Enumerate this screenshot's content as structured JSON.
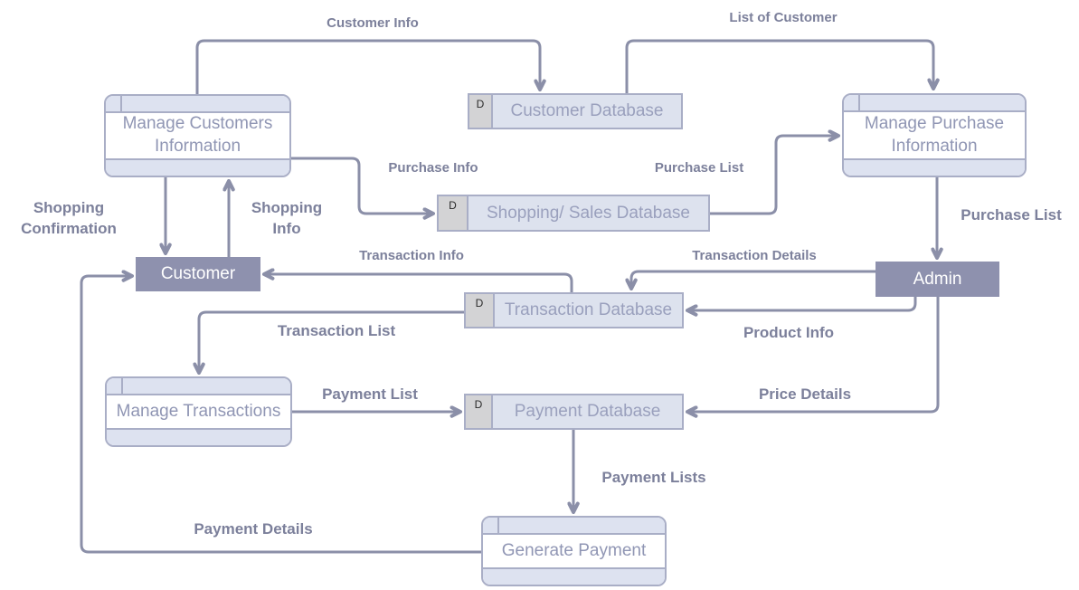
{
  "diagram_type": "data-flow-diagram",
  "processes": [
    {
      "id": "manage-customers-information",
      "label": "Manage Customers Information"
    },
    {
      "id": "manage-purchase-information",
      "label": "Manage Purchase Information"
    },
    {
      "id": "manage-transactions",
      "label": "Manage Transactions"
    },
    {
      "id": "generate-payment",
      "label": "Generate Payment"
    }
  ],
  "datastores": [
    {
      "id": "customer-database",
      "marker": "D",
      "label": "Customer Database"
    },
    {
      "id": "shopping-sales-database",
      "marker": "D",
      "label": "Shopping/ Sales Database"
    },
    {
      "id": "transaction-database",
      "marker": "D",
      "label": "Transaction Database"
    },
    {
      "id": "payment-database",
      "marker": "D",
      "label": "Payment Database"
    }
  ],
  "entities": [
    {
      "id": "customer",
      "label": "Customer"
    },
    {
      "id": "admin",
      "label": "Admin"
    }
  ],
  "flows": [
    {
      "id": "customer-info",
      "label": "Customer Info"
    },
    {
      "id": "list-of-customer",
      "label": "List of Customer"
    },
    {
      "id": "purchase-info",
      "label": "Purchase Info"
    },
    {
      "id": "purchase-list-mid",
      "label": "Purchase List"
    },
    {
      "id": "shopping-confirmation",
      "label": "Shopping Confirmation"
    },
    {
      "id": "shopping-info",
      "label": "Shopping Info"
    },
    {
      "id": "purchase-list-right",
      "label": "Purchase List"
    },
    {
      "id": "transaction-info",
      "label": "Transaction Info"
    },
    {
      "id": "transaction-details",
      "label": "Transaction Details"
    },
    {
      "id": "transaction-list",
      "label": "Transaction List"
    },
    {
      "id": "product-info",
      "label": "Product Info"
    },
    {
      "id": "payment-list",
      "label": "Payment List"
    },
    {
      "id": "price-details",
      "label": "Price Details"
    },
    {
      "id": "payment-lists",
      "label": "Payment Lists"
    },
    {
      "id": "payment-details",
      "label": "Payment Details"
    }
  ],
  "colors": {
    "connector": "#8b8fa8",
    "label": "#7c809b",
    "process_border": "#a9aec6",
    "process_band": "#dde2f0",
    "process_text": "#9096b4",
    "datastore_fill": "#dde2ee",
    "datastore_cell": "#d3d3d5",
    "datastore_text": "#9aa0bd",
    "entity_fill": "#8e91ae",
    "entity_text": "#ffffff",
    "canvas_bg": "#ffffff"
  }
}
